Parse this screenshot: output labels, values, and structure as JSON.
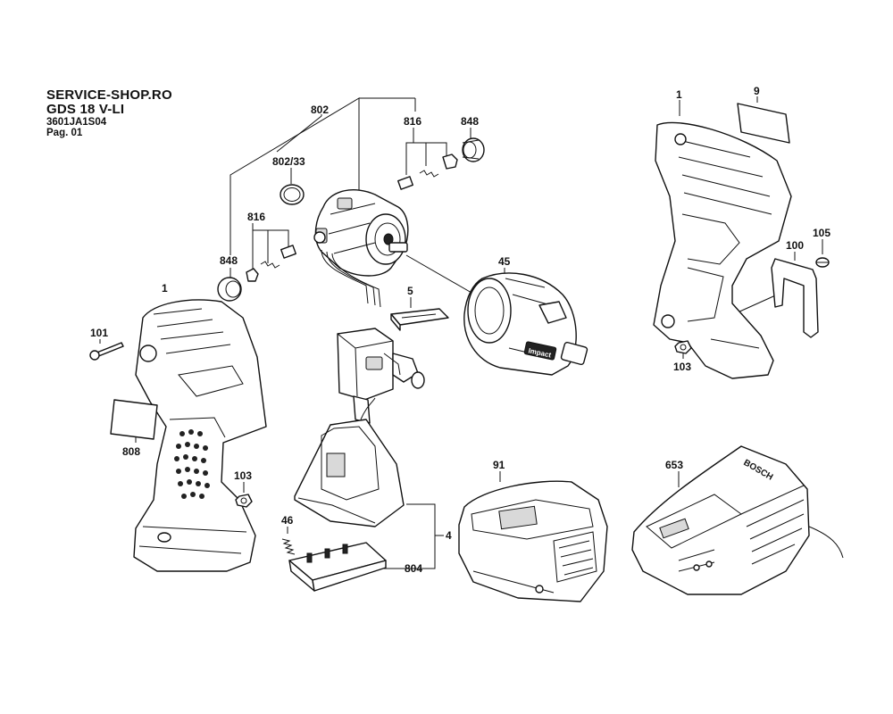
{
  "header": {
    "shop": "SERVICE-SHOP.RO",
    "model": "GDS 18 V-LI",
    "code": "3601JA1S04",
    "page": "Pag. 01"
  },
  "labels": {
    "l802": "802",
    "l802_33": "802/33",
    "l816_top": "816",
    "l848_top": "848",
    "l816_left": "816",
    "l848_left": "848",
    "l45": "45",
    "l5": "5",
    "l1_left": "1",
    "l101": "101",
    "l808": "808",
    "l103_left": "103",
    "l46": "46",
    "l4": "4",
    "l804": "804",
    "l91": "91",
    "l653": "653",
    "l1_right": "1",
    "l9": "9",
    "l100": "100",
    "l105": "105",
    "l103_right": "103"
  },
  "markings": {
    "impact": "Impact",
    "brand": "BOSCH"
  }
}
